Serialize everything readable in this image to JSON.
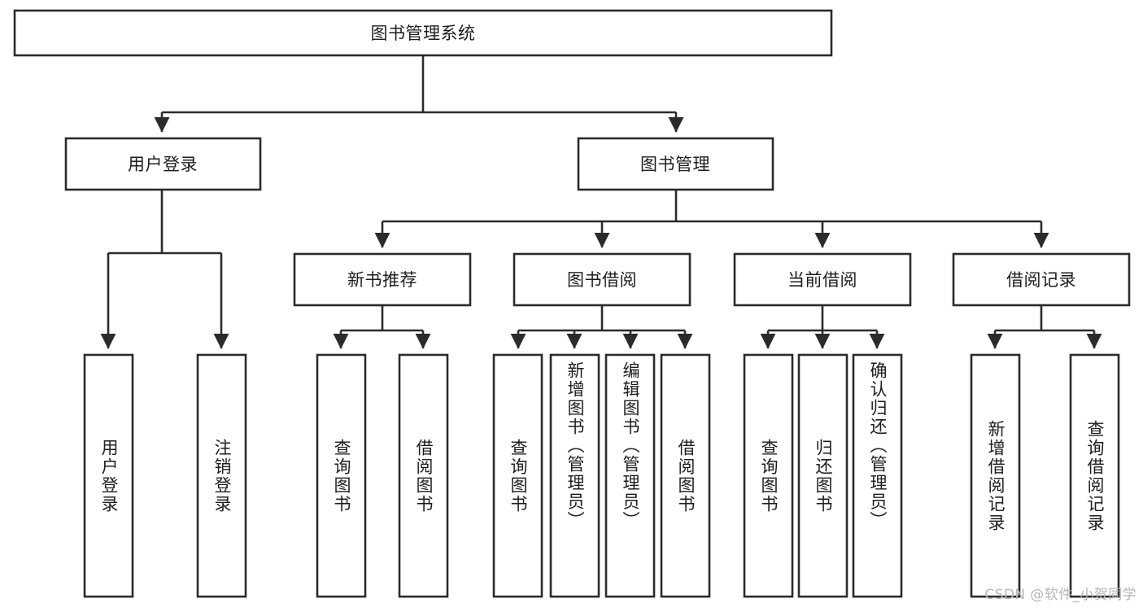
{
  "diagram": {
    "type": "tree-hierarchy-chart",
    "title": "图书管理系统",
    "root": {
      "id": "root",
      "label": "图书管理系统"
    },
    "level1": [
      {
        "id": "user-login",
        "label": "用户登录"
      },
      {
        "id": "book-management",
        "label": "图书管理"
      }
    ],
    "level2": [
      {
        "id": "new-book-recommend",
        "label": "新书推荐",
        "parent": "book-management"
      },
      {
        "id": "book-borrow",
        "label": "图书借阅",
        "parent": "book-management"
      },
      {
        "id": "current-borrow",
        "label": "当前借阅",
        "parent": "book-management"
      },
      {
        "id": "borrow-record",
        "label": "借阅记录",
        "parent": "book-management"
      }
    ],
    "leaves": [
      {
        "id": "leaf-user-login",
        "label": "用户登录",
        "parent": "user-login"
      },
      {
        "id": "leaf-logout-login",
        "label": "注销登录",
        "parent": "user-login"
      },
      {
        "id": "leaf-query-book-1",
        "label": "查询图书",
        "parent": "new-book-recommend"
      },
      {
        "id": "leaf-borrow-book-1",
        "label": "借阅图书",
        "parent": "new-book-recommend"
      },
      {
        "id": "leaf-query-book-2",
        "label": "查询图书",
        "parent": "book-borrow"
      },
      {
        "id": "leaf-add-book",
        "label": "新增图书（管理员）",
        "parent": "book-borrow"
      },
      {
        "id": "leaf-edit-book",
        "label": "编辑图书（管理员）",
        "parent": "book-borrow"
      },
      {
        "id": "leaf-borrow-book-2",
        "label": "借阅图书",
        "parent": "book-borrow"
      },
      {
        "id": "leaf-query-book-3",
        "label": "查询图书",
        "parent": "current-borrow"
      },
      {
        "id": "leaf-return-book",
        "label": "归还图书",
        "parent": "current-borrow"
      },
      {
        "id": "leaf-confirm-return",
        "label": "确认归还（管理员）",
        "parent": "current-borrow"
      },
      {
        "id": "leaf-add-record",
        "label": "新增借阅记录",
        "parent": "borrow-record"
      },
      {
        "id": "leaf-query-record",
        "label": "查询借阅记录",
        "parent": "borrow-record"
      }
    ],
    "colors": {
      "stroke": "#2b2b2b",
      "fill": "#ffffff",
      "text": "#1d1d1d",
      "watermark": "#b6b6b6"
    }
  },
  "watermark": {
    "text": "CSDN @软件_小贺同学"
  }
}
